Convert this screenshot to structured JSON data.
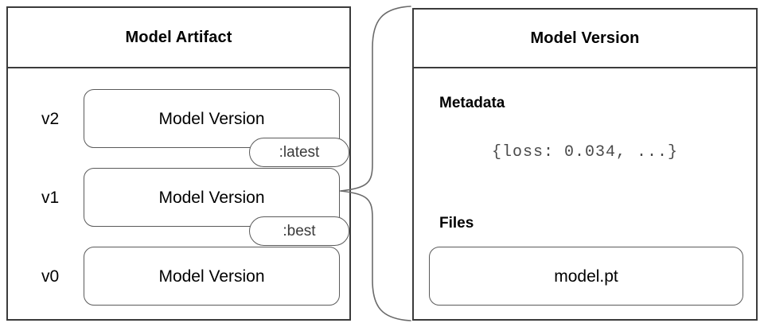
{
  "diagram": {
    "title_left": "Model Artifact",
    "title_right": "Model Version",
    "connector_name": "brace-connector"
  },
  "artifact_panel": {
    "header": "Model Artifact",
    "versions": [
      {
        "label": "v2",
        "box_text": "Model Version",
        "tag": ":latest"
      },
      {
        "label": "v1",
        "box_text": "Model Version",
        "tag": ":best"
      },
      {
        "label": "v0",
        "box_text": "Model Version",
        "tag": ""
      }
    ]
  },
  "version_panel": {
    "header": "Model Version",
    "metadata_heading": "Metadata",
    "metadata_value": "{loss: 0.034, ...}",
    "files_heading": "Files",
    "files": [
      {
        "name": "model.pt"
      }
    ]
  },
  "colors": {
    "panel_border": "#3b3b3b",
    "box_border": "#5a5a5a",
    "text": "#000000",
    "mono_text": "#4a4a4a",
    "background": "#ffffff"
  }
}
